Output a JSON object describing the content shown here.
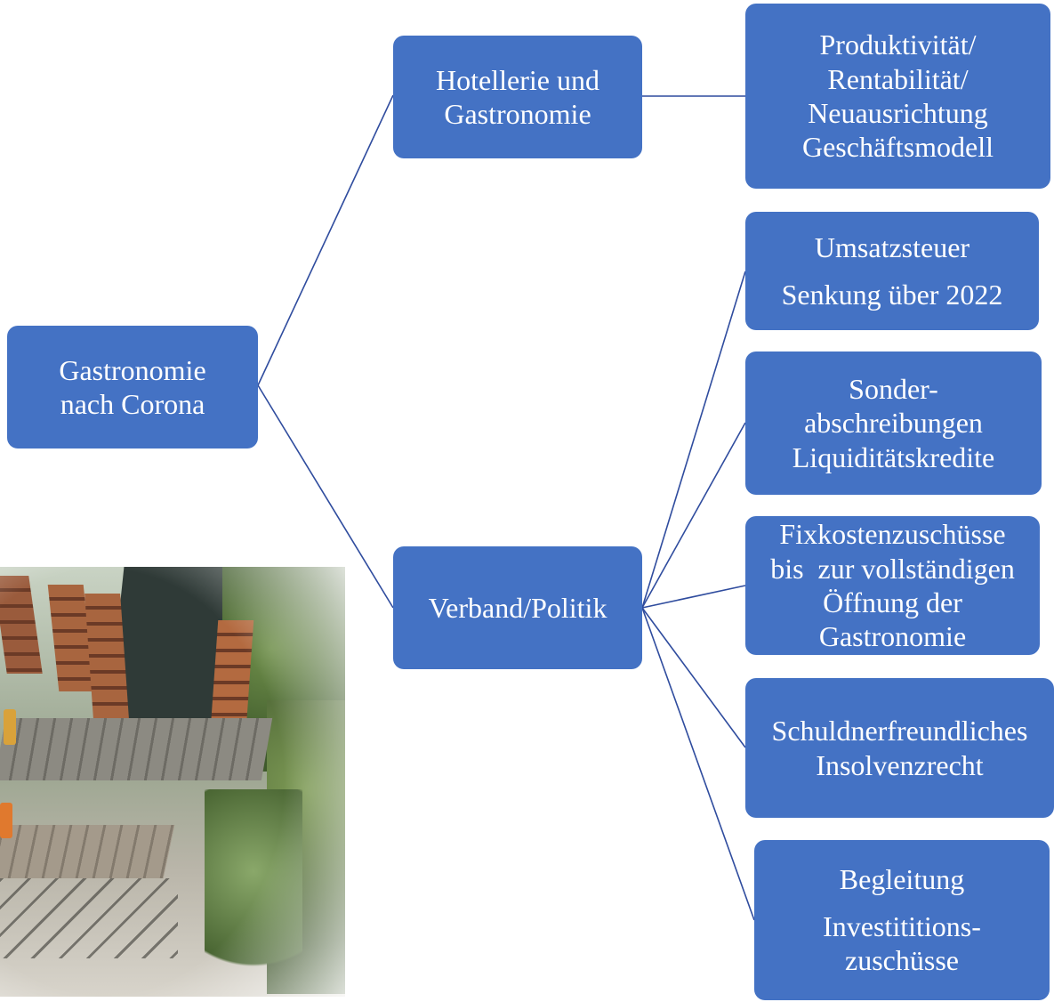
{
  "diagram": {
    "root": {
      "lines": [
        "Gastronomie",
        "nach Corona"
      ]
    },
    "branches": [
      {
        "lines": [
          "Hotellerie und",
          "Gastronomie"
        ],
        "children": [
          {
            "lines": [
              "Produktivität/",
              "Rentabilität/",
              "Neuausrichtung",
              "Geschäftsmodell"
            ]
          }
        ]
      },
      {
        "lines": [
          "Verband/Politik"
        ],
        "children": [
          {
            "lines": [
              "Umsatzsteuer",
              "Senkung über 2022"
            ]
          },
          {
            "lines": [
              "Sonder-",
              "abschreibungen",
              "Liquiditätskredite"
            ]
          },
          {
            "lines": [
              "Fixkostenzuschüsse",
              "bis  zur vollständigen",
              "Öffnung der",
              "Gastronomie"
            ]
          },
          {
            "lines": [
              "Schuldnerfreundliches",
              "Insolvenzrecht"
            ]
          },
          {
            "lines": [
              "Begleitung",
              "Investititions-",
              "zuschüsse"
            ]
          }
        ]
      }
    ],
    "colors": {
      "node_fill": "#4472c4",
      "node_text": "#ffffff",
      "connector": "#2f4c9e"
    },
    "photo": {
      "subject": "outdoor restaurant terrace with wooden tables, chairs, chalkboard and plants"
    }
  }
}
